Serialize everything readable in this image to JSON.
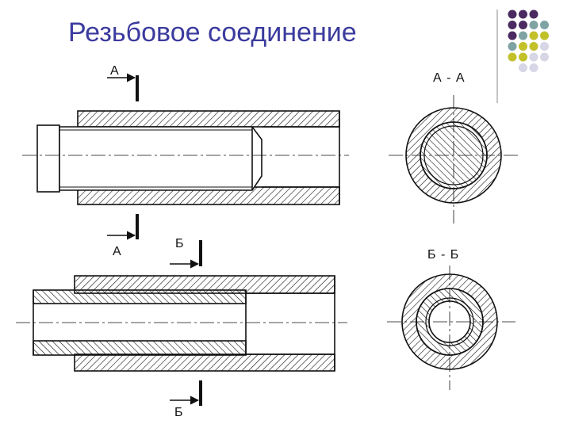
{
  "slide": {
    "title": "Резьбовое соединение"
  },
  "labels": {
    "cut_a_top": "А",
    "cut_a_bottom": "А",
    "section_aa": "А - А",
    "cut_b_top": "Б",
    "cut_b_bottom": "Б",
    "section_bb": "Б - Б"
  },
  "colors": {
    "title": "#3b3b9e",
    "line": "#111111",
    "dot_purple": "#4a2a60",
    "dot_teal": "#7fa3a3",
    "dot_olive": "#c2c12a",
    "dot_lavender": "#d6d6e6"
  },
  "decor": {
    "dots": [
      [
        "dot_purple",
        "dot_purple",
        "dot_purple",
        ""
      ],
      [
        "dot_purple",
        "dot_purple",
        "dot_teal",
        "dot_teal"
      ],
      [
        "dot_purple",
        "dot_teal",
        "dot_olive",
        "dot_olive"
      ],
      [
        "dot_teal",
        "dot_olive",
        "dot_olive",
        "dot_lavender"
      ],
      [
        "dot_olive",
        "dot_olive",
        "dot_lavender",
        "dot_lavender"
      ],
      [
        "",
        "dot_lavender",
        "dot_lavender",
        ""
      ]
    ]
  }
}
